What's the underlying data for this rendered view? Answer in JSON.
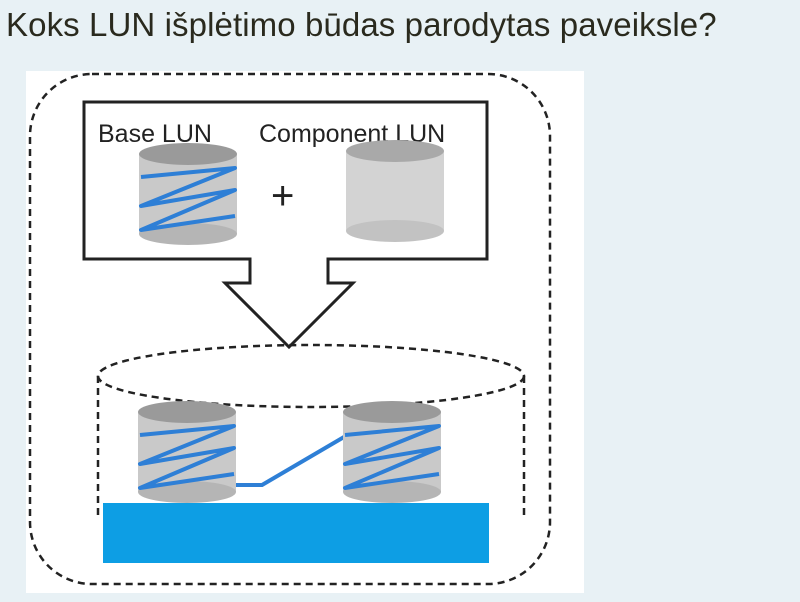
{
  "question": {
    "text": "Koks LUN išplėtimo būdas parodytas paveiksle?"
  },
  "diagram": {
    "base_label": "Base LUN",
    "component_label": "Component LUN",
    "operator": "+"
  },
  "colors": {
    "page_background": "#e8f1f5",
    "accent_blue": "#0d9ee4",
    "stripe_blue": "#2e7fd6",
    "disk_gray": "#cfcfcf"
  }
}
